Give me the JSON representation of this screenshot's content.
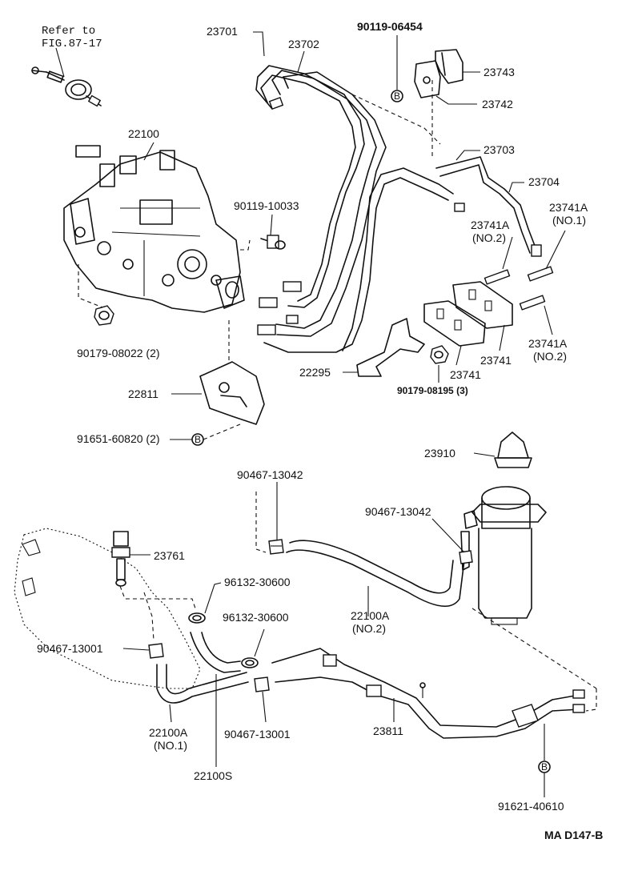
{
  "diagram": {
    "reference_note": {
      "line1": "Refer to",
      "line2": "FIG.87-17"
    },
    "drawing_code": "MA D147-B",
    "circle_mark": "B",
    "labels": {
      "p22100": "22100",
      "p23701": "23701",
      "p23702": "23702",
      "p90119_06454": "90119-06454",
      "p23743": "23743",
      "p23742": "23742",
      "p23703": "23703",
      "p23704": "23704",
      "p90119_10033": "90119-10033",
      "p23741A_no2_top": "23741A",
      "p23741A_no2_top_sub": "(NO.2)",
      "p23741A_no1": "23741A",
      "p23741A_no1_sub": "(NO.1)",
      "p23741A_no2_bot": "23741A",
      "p23741A_no2_bot_sub": "(NO.2)",
      "p23741_a": "23741",
      "p23741_b": "23741",
      "p90179_08022": "90179-08022 (2)",
      "p22295": "22295",
      "p90179_08195": "90179-08195 (3)",
      "p22811": "22811",
      "p91651_60820": "91651-60820 (2)",
      "p23910": "23910",
      "p90467_13042_a": "90467-13042",
      "p90467_13042_b": "90467-13042",
      "p23761": "23761",
      "p96132_30600_a": "96132-30600",
      "p96132_30600_b": "96132-30600",
      "p90467_13001_a": "90467-13001",
      "p90467_13001_b": "90467-13001",
      "p22100A_no2": "22100A",
      "p22100A_no2_sub": "(NO.2)",
      "p22100A_no1": "22100A",
      "p22100A_no1_sub": "(NO.1)",
      "p22100S": "22100S",
      "p23811": "23811",
      "p91621_40610": "91621-40610"
    }
  }
}
